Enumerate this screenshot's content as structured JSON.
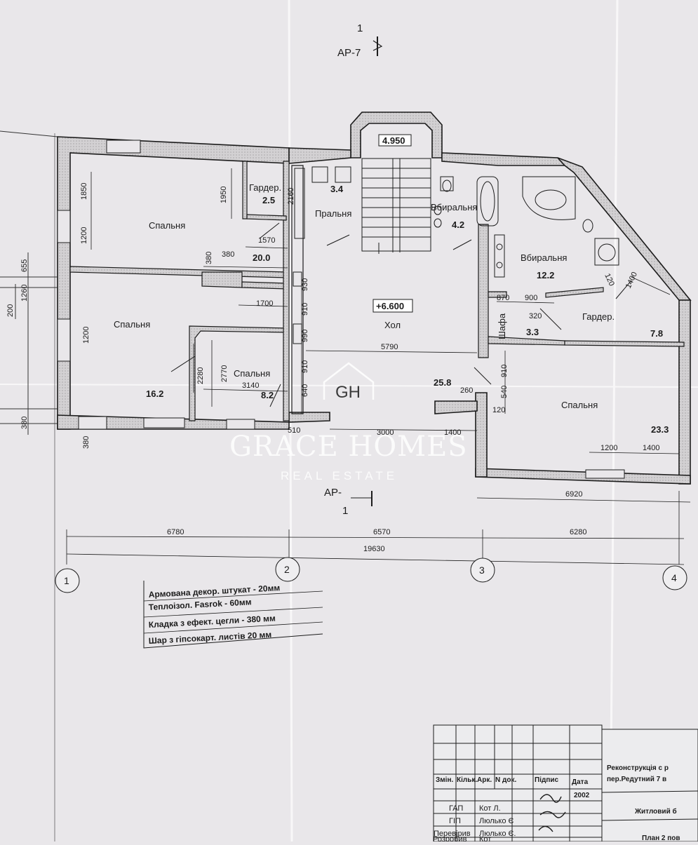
{
  "section_mark": {
    "number": "1",
    "sheet": "АР-7"
  },
  "section_mark_bottom": {
    "sheet": "АР-",
    "number": "1"
  },
  "rooms": [
    {
      "name": "Спальня",
      "area": "20.0"
    },
    {
      "name": "Гардер.",
      "area": "2.5"
    },
    {
      "name": "Пральня",
      "area": "3.4"
    },
    {
      "name": "Вбиральня",
      "area": "4.2"
    },
    {
      "name": "Вбиральня",
      "area": "12.2"
    },
    {
      "name": "Спальня",
      "area": "16.2"
    },
    {
      "name": "Спальня",
      "area": "8.2"
    },
    {
      "name": "Хол",
      "area": "25.8"
    },
    {
      "name": "Шафа",
      "area": "3.3"
    },
    {
      "name": "Гардер.",
      "area": "7.8"
    },
    {
      "name": "Спальня",
      "area": "23.3"
    }
  ],
  "levels": {
    "stair": "4.950",
    "hall": "+6.600"
  },
  "dimensions": {
    "d1850": "1850",
    "d1200a": "1200",
    "d1950": "1950",
    "d2160": "2160",
    "d1570": "1570",
    "d380a": "380",
    "d380b": "380",
    "d655": "655",
    "d1260": "1260",
    "d200": "200",
    "d930": "930",
    "d1700": "1700",
    "d910a": "910",
    "d1200b": "1200",
    "d990": "990",
    "d5790": "5790",
    "d910b": "910",
    "d2280": "2280",
    "d2770": "2770",
    "d3140": "3140",
    "d640": "640",
    "d380c": "380",
    "d380d": "380",
    "d510": "510",
    "d3000": "3000",
    "d1400a": "1400",
    "d870": "870",
    "d900": "900",
    "d320": "320",
    "d120a": "120",
    "d1400b": "1400",
    "d910c": "910",
    "d540": "540",
    "d260": "260",
    "d120b": "120",
    "d1200c": "1200",
    "d1400c": "1400",
    "d6920": "6920",
    "d6780": "6780",
    "d6570": "6570",
    "d6280": "6280",
    "d19630": "19630"
  },
  "axes": [
    "1",
    "2",
    "3",
    "4"
  ],
  "wall_legend": [
    "Армована декор. штукат - 20мм",
    "Теплоізол. Fasrok - 60мм",
    "Кладка з ефект. цегли - 380 мм",
    "Шар з гіпсокарт. листів 20 мм"
  ],
  "title_block": {
    "headers": [
      "Змін.",
      "Кільк.",
      "Арк.",
      "N док.",
      "Підпис",
      "Дата"
    ],
    "roles": [
      "ГАП",
      "ГІП",
      "Перевірив",
      "Розробив"
    ],
    "names": [
      "Кот Л.",
      "Люлько Є",
      "Люлько Є.",
      "Кот"
    ],
    "year": "2002",
    "project_line1": "Реконструкція с р",
    "project_line2": "пер.Редутний 7 в",
    "building": "Житловий б",
    "sheet_name": "План 2 пов"
  },
  "watermark": {
    "brand": "GRACE HOMES",
    "sub": "REAL ESTATE",
    "monogram": "GH"
  },
  "colors": {
    "paper": "#e9e7ea",
    "ink": "#1c1c1c",
    "wall_fill": "#c9c7c9"
  }
}
